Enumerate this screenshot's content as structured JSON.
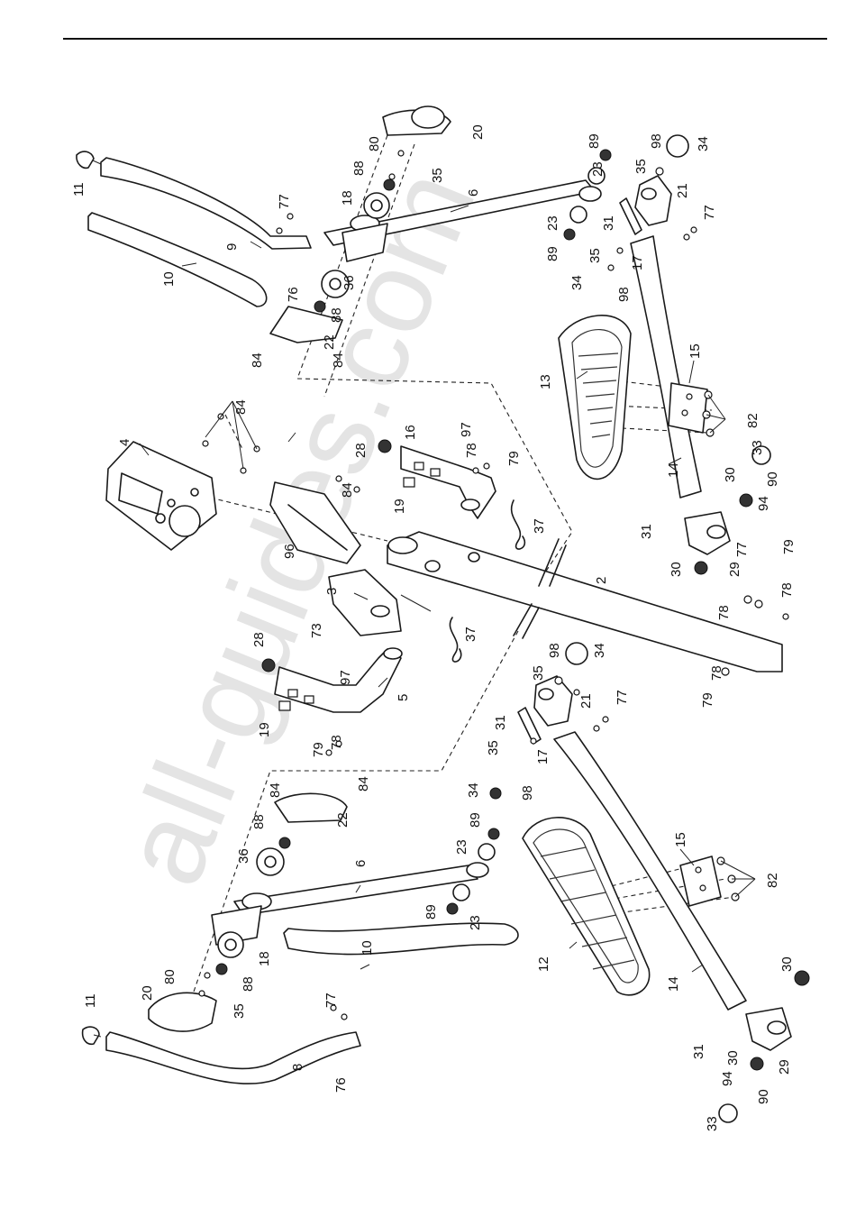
{
  "watermark": "all-guides.com",
  "part_labels": {
    "p2": "2",
    "p3": "3",
    "p4": "4",
    "p5": "5",
    "p6a": "6",
    "p6b": "6",
    "p8": "8",
    "p9": "9",
    "p10a": "10",
    "p10b": "10",
    "p11a": "11",
    "p11b": "11",
    "p12": "12",
    "p13": "13",
    "p14a": "14",
    "p14b": "14",
    "p15a": "15",
    "p15b": "15",
    "p16": "16",
    "p17a": "17",
    "p17b": "17",
    "p18a": "18",
    "p18b": "18",
    "p19a": "19",
    "p19b": "19",
    "p20a": "20",
    "p20b": "20",
    "p21a": "21",
    "p21b": "21",
    "p22a": "22",
    "p22b": "22",
    "p23a": "23",
    "p23b": "23",
    "p23c": "23",
    "p23d": "23",
    "p28a": "28",
    "p28b": "28",
    "p29a": "29",
    "p29b": "29",
    "p30a": "30",
    "p30b": "30",
    "p30c": "30",
    "p30d": "30",
    "p31a": "31",
    "p31b": "31",
    "p31c": "31",
    "p31d": "31",
    "p33a": "33",
    "p33b": "33",
    "p34a": "34",
    "p34b": "34",
    "p34c": "34",
    "p34d": "34",
    "p35a": "35",
    "p35b": "35",
    "p35c": "35",
    "p35d": "35",
    "p35e": "35",
    "p35f": "35",
    "p36a": "36",
    "p36b": "36",
    "p37a": "37",
    "p37b": "37",
    "p73": "73",
    "p76a": "76",
    "p76b": "76",
    "p77a": "77",
    "p77b": "77",
    "p77c": "77",
    "p77d": "77",
    "p77e": "77",
    "p78a": "78",
    "p78b": "78",
    "p78c": "78",
    "p78d": "78",
    "p78e": "78",
    "p79a": "79",
    "p79b": "79",
    "p79c": "79",
    "p79d": "79",
    "p80a": "80",
    "p80b": "80",
    "p82a": "82",
    "p82b": "82",
    "p84a": "84",
    "p84b": "84",
    "p84c": "84",
    "p84d": "84",
    "p84e": "84",
    "p84f": "84",
    "p88a": "88",
    "p88b": "88",
    "p88c": "88",
    "p88d": "88",
    "p89a": "89",
    "p89b": "89",
    "p89c": "89",
    "p89d": "89",
    "p90a": "90",
    "p90b": "90",
    "p94a": "94",
    "p94b": "94",
    "p96": "96",
    "p97a": "97",
    "p97b": "97",
    "p98a": "98",
    "p98b": "98",
    "p98c": "98",
    "p98d": "98"
  }
}
